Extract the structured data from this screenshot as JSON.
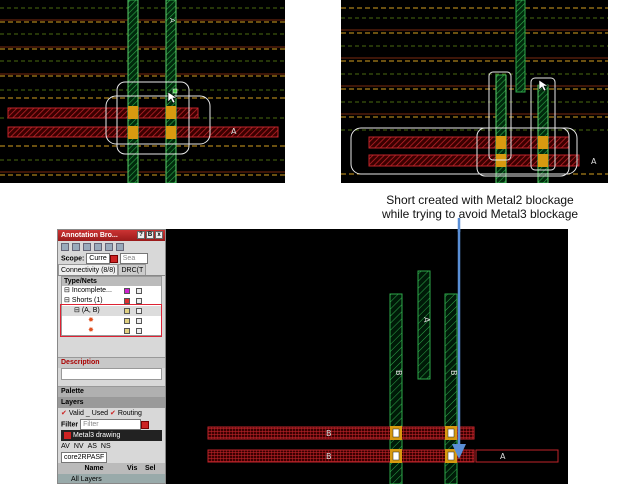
{
  "caption": {
    "line1": "Short created with Metal2 blockage",
    "line2": "while trying to avoid Metal3 blockage"
  },
  "panels": {
    "top_left": {
      "label_a": "A"
    },
    "top_right": {
      "label_a": "A"
    },
    "main": {
      "label_b_vertical_1": "B",
      "label_b_vertical_2": "B",
      "label_a_vertical": "A",
      "label_b_row1": "B",
      "label_b_row2": "B",
      "label_a_row2": "A"
    }
  },
  "annotation_browser": {
    "title": "Annotation Bro...",
    "window_buttons": [
      "?",
      "B",
      "x"
    ],
    "scope_label": "Scope:",
    "scope_value": "Curre",
    "search_placeholder": "Sea",
    "tabs": [
      "Connectivity (8/8)",
      "DRC(T"
    ],
    "tree_header": "Type/Nets",
    "tree_rows": [
      {
        "label": "Incomplete..."
      },
      {
        "label": "Shorts (1)"
      },
      {
        "label": "(A, B)"
      }
    ],
    "description_label": "Description",
    "palette_label": "Palette",
    "layers_label": "Layers",
    "layer_checks": [
      "Valid",
      "Used",
      "Routing"
    ],
    "filter_label": "Filter",
    "filter_placeholder": "Filter",
    "current_layer": "Metal3 drawing",
    "visibility_buttons": [
      "AV",
      "NV",
      "AS",
      "NS"
    ],
    "cell_name": "core2RPASF",
    "col_name": "Name",
    "col_vis": "Vis",
    "col_sel": "Sel",
    "all_layers": "All Layers"
  },
  "colors": {
    "metal2": "#2ea84a",
    "metal3": "#c0242a",
    "via": "#d89a10",
    "arrow": "#5a8fd6",
    "highlight": "#d23a3a"
  }
}
